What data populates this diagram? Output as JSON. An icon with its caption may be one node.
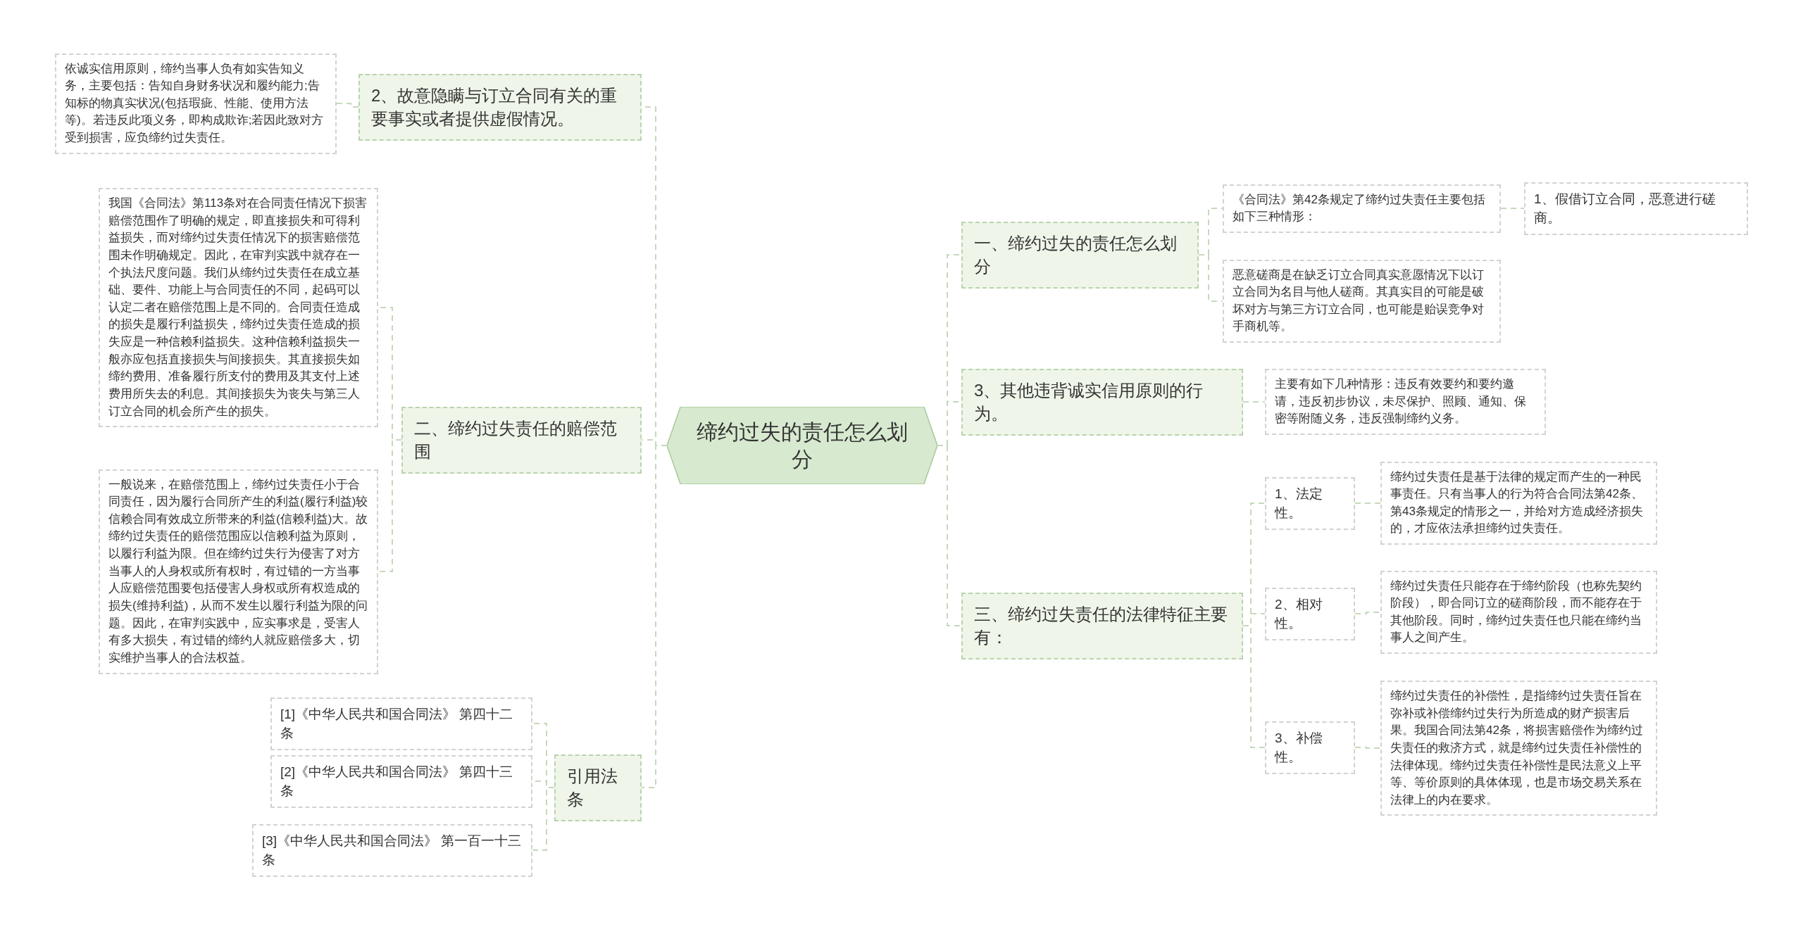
{
  "diagram": {
    "nodes": [
      {
        "text": [
          "缔约过失的责任怎么划分"
        ]
      },
      {
        "text": [
          "2、故意隐瞒与订立合同有关的重要事实或者提供虚假情况。"
        ]
      },
      {
        "text": [
          "依诚实信用原则，缔约当事人负有如实告知义务，主要包括：告知自身财务状况和履约能力;告知标的物真实状况(包括瑕疵、性能、使用方法等)。若违反此项义务，即构成欺诈;若因此致对方受到损害，应负缔约过失责任。"
        ]
      },
      {
        "text": [
          "二、缔约过失责任的赔偿范围"
        ]
      },
      {
        "text": [
          "我国《合同法》第113条对在合同责任情况下损害赔偿范围作了明确的规定，即直接损失和可得利益损失，而对缔约过失责任情况下的损害赔偿范围未作明确规定。因此，在审判实践中就存在一个执法尺度问题。我们从缔约过失责任在成立基础、要件、功能上与合同责任的不同，起码可以认定二者在赔偿范围上是不同的。合同责任造成的损失是履行利益损失，缔约过失责任造成的损失应是一种信赖利益损失。这种信赖利益损失一般亦应包括直接损失与间接损失。其直接损失如缔约费用、准备履行所支付的费用及其支付上述费用所失去的利息。其间接损失为丧失与第三人订立合同的机会所产生的损失。"
        ]
      },
      {
        "text": [
          "一般说来，在赔偿范围上，缔约过失责任小于合同责任，因为履行合同所产生的利益(履行利益)较信赖合同有效成立所带来的利益(信赖利益)大。故缔约过失责任的赔偿范围应以信赖利益为原则，以履行利益为限。但在缔约过失行为侵害了对方当事人的人身权或所有权时，有过错的一方当事人应赔偿范围要包括侵害人身权或所有权造成的损失(维持利益)，从而不发生以履行利益为限的问题。因此，在审判实践中，应实事求是，受害人有多大损失，有过错的缔约人就应赔偿多大，切实维护当事人的合法权益。"
        ]
      },
      {
        "text": [
          "引用法条"
        ]
      },
      {
        "text": [
          "[1]《中华人民共和国合同法》 第四十二条"
        ]
      },
      {
        "text": [
          "[2]《中华人民共和国合同法》 第四十三条"
        ]
      },
      {
        "text": [
          "[3]《中华人民共和国合同法》 第一百一十三条"
        ]
      },
      {
        "text": [
          "一、缔约过失的责任怎么划分"
        ]
      },
      {
        "text": [
          "《合同法》第42条规定了缔约过失责任主要包括如下三种情形："
        ]
      },
      {
        "text": [
          "1、假借订立合同，恶意进行磋商。"
        ]
      },
      {
        "text": [
          "恶意磋商是在缺乏订立合同真实意愿情况下以订立合同为名目与他人磋商。其真实目的可能是破坏对方与第三方订立合同，也可能是贻误竞争对手商机等。"
        ]
      },
      {
        "text": [
          "3、其他违背诚实信用原则的行为。"
        ]
      },
      {
        "text": [
          "主要有如下几种情形：违反有效要约和要约邀请，违反初步协议，未尽保护、照顾、通知、保密等附随义务，违反强制缔约义务。"
        ]
      },
      {
        "text": [
          "三、缔约过失责任的法律特征主要有："
        ]
      },
      {
        "text": [
          "1、法定性。"
        ]
      },
      {
        "text": [
          "缔约过失责任是基于法律的规定而产生的一种民事责任。只有当事人的行为符合合同法第42条、第43条规定的情形之一，并给对方造成经济损失的，才应依法承担缔约过失责任。"
        ]
      },
      {
        "text": [
          "2、相对性。"
        ]
      },
      {
        "text": [
          "缔约过失责任只能存在于缔约阶段（也称先契约阶段），即合同订立的磋商阶段，而不能存在于其他阶段。同时，缔约过失责任也只能在缔约当事人之间产生。"
        ]
      },
      {
        "text": [
          "3、补偿性。"
        ]
      },
      {
        "text": [
          "缔约过失责任的补偿性，是指缔约过失责任旨在弥补或补偿缔约过失行为所造成的财产损害后果。我国合同法第42条，将损害赔偿作为缔约过失责任的救济方式，就是缔约过失责任补偿性的法律体现。缔约过失责任补偿性是民法意义上平等、等价原则的具体体现，也是市场交易关系在法律上的内在要求。"
        ]
      }
    ],
    "edges": [
      {
        "from": 0,
        "to": 1,
        "arrow": "none"
      },
      {
        "from": 1,
        "to": 2,
        "arrow": "none"
      },
      {
        "from": 0,
        "to": 3,
        "arrow": "none"
      },
      {
        "from": 3,
        "to": 4,
        "arrow": "none"
      },
      {
        "from": 3,
        "to": 5,
        "arrow": "none"
      },
      {
        "from": 0,
        "to": 6,
        "arrow": "none"
      },
      {
        "from": 6,
        "to": 7,
        "arrow": "none"
      },
      {
        "from": 6,
        "to": 8,
        "arrow": "none"
      },
      {
        "from": 6,
        "to": 9,
        "arrow": "none"
      },
      {
        "from": 0,
        "to": 10,
        "arrow": "none"
      },
      {
        "from": 10,
        "to": 11,
        "arrow": "none"
      },
      {
        "from": 11,
        "to": 12,
        "arrow": "none"
      },
      {
        "from": 10,
        "to": 13,
        "arrow": "none"
      },
      {
        "from": 0,
        "to": 14,
        "arrow": "none"
      },
      {
        "from": 14,
        "to": 15,
        "arrow": "none"
      },
      {
        "from": 0,
        "to": 16,
        "arrow": "none"
      },
      {
        "from": 16,
        "to": 17,
        "arrow": "none"
      },
      {
        "from": 17,
        "to": 18,
        "arrow": "none"
      },
      {
        "from": 16,
        "to": 19,
        "arrow": "none"
      },
      {
        "from": 19,
        "to": 20,
        "arrow": "none"
      },
      {
        "from": 16,
        "to": 21,
        "arrow": "none"
      },
      {
        "from": 21,
        "to": 22,
        "arrow": "none"
      }
    ]
  }
}
